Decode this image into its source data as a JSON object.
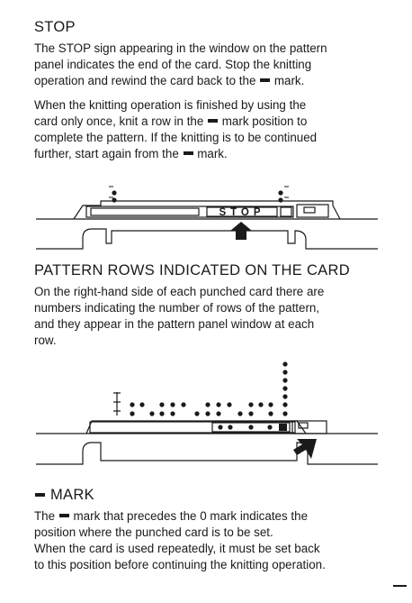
{
  "stop_section": {
    "heading": "STOP",
    "para1_lines": [
      "The STOP sign appearing in the window on the pattern",
      "panel indicates the end of the card.  Stop the knitting",
      [
        "operation and rewind the card back to the ",
        " mark."
      ]
    ],
    "para2_lines": [
      "When the knitting operation is finished by using the",
      [
        "card only once, knit a row in the ",
        " mark position to"
      ],
      "complete the pattern. If the knitting is to be continued",
      [
        "further, start again from the ",
        " mark."
      ]
    ],
    "window_label": "STOP"
  },
  "rows_section": {
    "heading": "PATTERN ROWS INDICATED ON THE CARD",
    "para_lines": [
      "On the right-hand side of each punched card there are",
      "numbers indicating the number of rows of the pattern,",
      "and they appear in the pattern panel window at each",
      "row."
    ]
  },
  "mark_section": {
    "heading": "MARK",
    "para_lines": [
      [
        "The ",
        " mark that precedes the 0 mark indicates the"
      ],
      "position where the punched card is to be set.",
      "When the card is used repeatedly,  it must be set back",
      "to this position before continuing the knitting operation."
    ]
  }
}
